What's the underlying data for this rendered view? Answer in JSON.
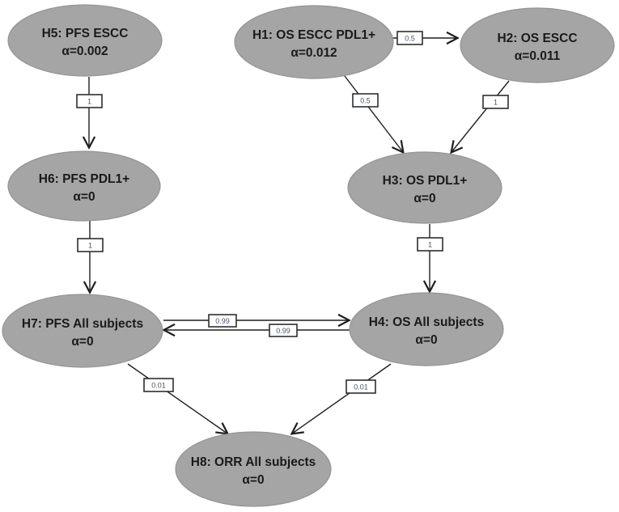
{
  "diagram": {
    "description": "Graphical multiple testing scheme with hypothesis nodes and alpha transfer weights",
    "colors": {
      "node_fill": "#a5a5a5",
      "node_stroke": "#949494",
      "edge_stroke": "#1f1f1f",
      "weight_box_bg": "#ffffff",
      "weight_box_border": "#2e2e2e",
      "node_text": "#1a1a1a",
      "weight_text": "#46566a",
      "background": "#ffffff"
    },
    "nodes": {
      "h5": {
        "title": "H5: PFS ESCC",
        "alpha": "α=0.002"
      },
      "h1": {
        "title": "H1: OS ESCC PDL1+",
        "alpha": "α=0.012"
      },
      "h2": {
        "title": "H2: OS ESCC",
        "alpha": "α=0.011"
      },
      "h6": {
        "title": "H6: PFS PDL1+",
        "alpha": "α=0"
      },
      "h3": {
        "title": "H3: OS PDL1+",
        "alpha": "α=0"
      },
      "h7": {
        "title": "H7: PFS All subjects",
        "alpha": "α=0"
      },
      "h4": {
        "title": "H4: OS All subjects",
        "alpha": "α=0"
      },
      "h8": {
        "title": "H8: ORR All subjects",
        "alpha": "α=0"
      }
    },
    "edges": {
      "h5_h6": {
        "from": "H5",
        "to": "H6",
        "weight": "1"
      },
      "h1_h2": {
        "from": "H1",
        "to": "H2",
        "weight": "0.5"
      },
      "h1_h3": {
        "from": "H1",
        "to": "H3",
        "weight": "0.5"
      },
      "h2_h3": {
        "from": "H2",
        "to": "H3",
        "weight": "1"
      },
      "h6_h7": {
        "from": "H6",
        "to": "H7",
        "weight": "1"
      },
      "h3_h4": {
        "from": "H3",
        "to": "H4",
        "weight": "1"
      },
      "h7_h4": {
        "from": "H7",
        "to": "H4",
        "weight": "0.99"
      },
      "h4_h7": {
        "from": "H4",
        "to": "H7",
        "weight": "0.99"
      },
      "h7_h8": {
        "from": "H7",
        "to": "H8",
        "weight": "0.01"
      },
      "h4_h8": {
        "from": "H4",
        "to": "H8",
        "weight": "0.01"
      }
    }
  }
}
